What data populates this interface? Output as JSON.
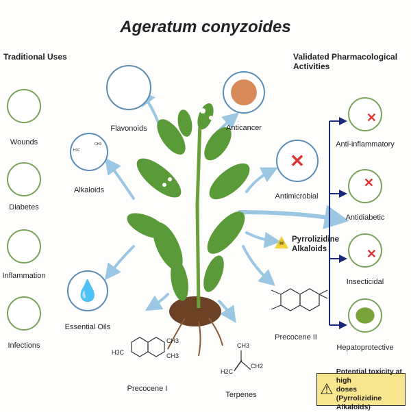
{
  "title": "Ageratum conyzoides",
  "traditional_uses": {
    "heading": "Traditional Uses",
    "items": [
      {
        "label": "Wounds",
        "icon": "bandage-icon"
      },
      {
        "label": "Diabetes",
        "icon": "glucometer-icon"
      },
      {
        "label": "Inflammation",
        "icon": "flame-icon"
      },
      {
        "label": "Infections",
        "icon": "microbe-icon"
      }
    ]
  },
  "compounds": {
    "flavonoids": "Flavonoids",
    "alkaloids": "Alkaloids",
    "essential_oils": "Essential Oils",
    "precocene_1": "Precocene I",
    "precocene_2": "Precocene II",
    "terpenes": "Terpenes",
    "alkaloid_formula_h3c": "H3C",
    "alkaloid_formula_ch3": "CH3",
    "precocene1_h3co": "H3C",
    "precocene1_ch3a": "CH3",
    "precocene1_ch3b": "CH3",
    "terpene_ch3": "CH3",
    "terpene_h2c": "H2C",
    "terpene_ch2": "CH2"
  },
  "activities_center": {
    "anticancer": "Anticancer",
    "antimicrobial": "Antimicrobial",
    "pyrrolizidine_line1": "Pyrrolizidine",
    "pyrrolizidine_line2": "Alkaloids"
  },
  "validated": {
    "heading": "Validated Pharmacological Activities",
    "items": [
      {
        "label": "Anti-inflammatory",
        "icon": "cell-blocked-icon"
      },
      {
        "label": "Antidiabetic",
        "icon": "pancreas-blocked-icon"
      },
      {
        "label": "Insecticidal",
        "icon": "mosquito-blocked-icon"
      },
      {
        "label": "Hepatoprotective",
        "icon": "liver-icon"
      }
    ]
  },
  "warning": {
    "line1": "Potential toxicity at high",
    "line2": "doses (Pyrrolizidine Alkaloids)"
  },
  "colors": {
    "green": "#7aa35a",
    "blue": "#5b8db5",
    "arrow": "#9cc7e3",
    "bracket": "#1a2a7a",
    "warning_bg": "#f7e68e"
  }
}
